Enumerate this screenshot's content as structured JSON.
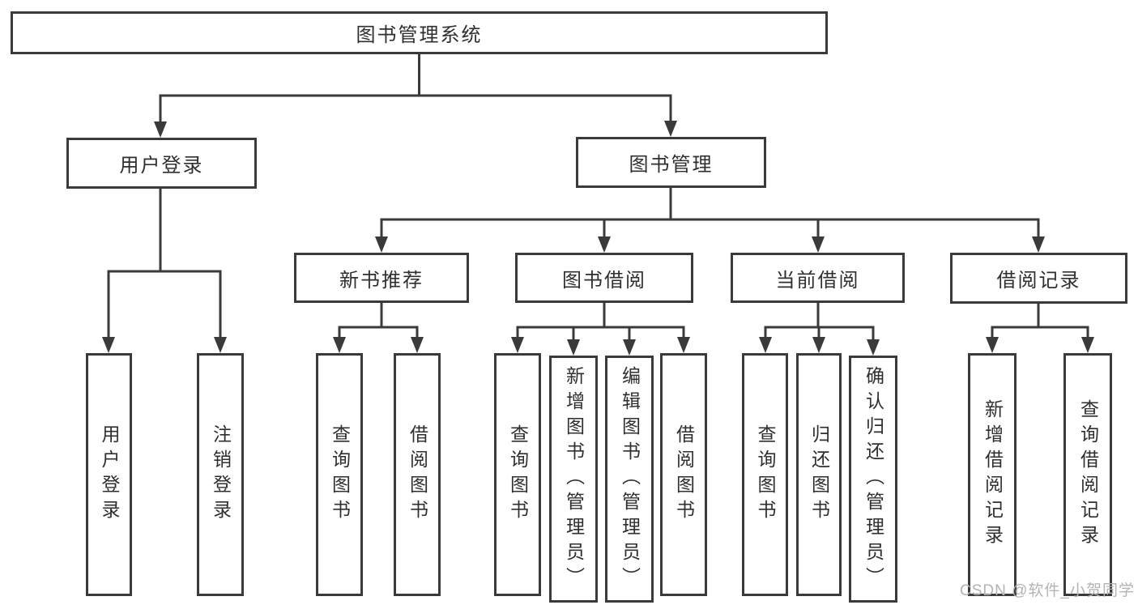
{
  "tree": {
    "root": {
      "label": "图书管理系统"
    },
    "branches": [
      {
        "label": "用户登录",
        "children": [
          {
            "label": "用户登录"
          },
          {
            "label": "注销登录"
          }
        ]
      },
      {
        "label": "图书管理",
        "children": [
          {
            "label": "新书推荐",
            "children": [
              {
                "label": "查询图书"
              },
              {
                "label": "借阅图书"
              }
            ]
          },
          {
            "label": "图书借阅",
            "children": [
              {
                "label": "查询图书"
              },
              {
                "label": "新增图书（管理员）"
              },
              {
                "label": "编辑图书（管理员）"
              },
              {
                "label": "借阅图书"
              }
            ]
          },
          {
            "label": "当前借阅",
            "children": [
              {
                "label": "查询图书"
              },
              {
                "label": "归还图书"
              },
              {
                "label": "确认归还（管理员）"
              }
            ]
          },
          {
            "label": "借阅记录",
            "children": [
              {
                "label": "新增借阅记录"
              },
              {
                "label": "查询借阅记录"
              }
            ]
          }
        ]
      }
    ]
  },
  "watermark": {
    "text": "CSDN @软件_小贺同学"
  },
  "colors": {
    "line": "#3a3a3a",
    "text": "#2f2f2f",
    "watermark": "#b3b3b3"
  }
}
